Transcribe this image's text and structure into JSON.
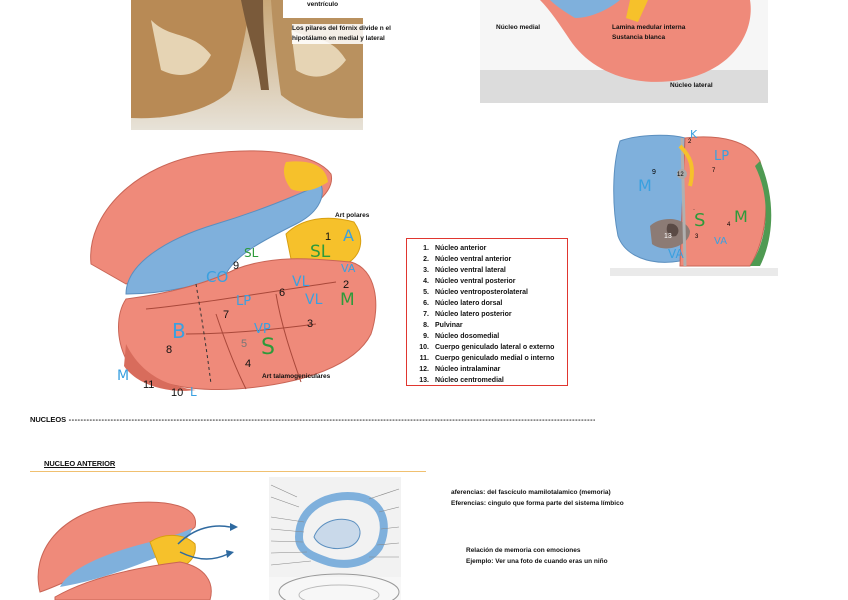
{
  "top_left": {
    "caption_top": "ventrículo",
    "caption_fornix": "Los pilares del fórnix divide n el hipotálamo en medial y lateral"
  },
  "top_right": {
    "label_medial": "Núcleo medial",
    "label_lamina": "Lamina medular interna",
    "label_sustancia": "Sustancia blanca",
    "label_lateral": "Núcleo lateral"
  },
  "main_figure": {
    "label_art_polares": "Art polares",
    "label_art_talamogeniculares": "Art talamogeniculares",
    "numbers": [
      "1",
      "2",
      "3",
      "4",
      "5",
      "6",
      "7",
      "8",
      "9",
      "10",
      "11"
    ],
    "hand_labels": [
      "SL",
      "A",
      "VA",
      "M",
      "VL",
      "CO",
      "LP",
      "B",
      "VP",
      "S",
      "M",
      "SL",
      "VL",
      "L"
    ]
  },
  "legend": {
    "items": [
      {
        "n": "1.",
        "t": "Núcleo anterior"
      },
      {
        "n": "2.",
        "t": "Núcleo ventral anterior"
      },
      {
        "n": "3.",
        "t": "Núcleo ventral lateral"
      },
      {
        "n": "4.",
        "t": "Núcleo ventral posterior"
      },
      {
        "n": "5.",
        "t": "Núcleo ventroposterolateral"
      },
      {
        "n": "6.",
        "t": "Núcleo latero dorsal"
      },
      {
        "n": "7.",
        "t": "Núcleo latero posterior"
      },
      {
        "n": "8.",
        "t": "Pulvinar"
      },
      {
        "n": "9.",
        "t": "Núcleo dosomedial"
      },
      {
        "n": "10.",
        "t": "Cuerpo geniculado lateral o externo"
      },
      {
        "n": "11.",
        "t": "Cuerpo geniculado medial o interno"
      },
      {
        "n": "12.",
        "t": "Núcleo intralaminar"
      },
      {
        "n": "13.",
        "t": "Núcleo centromedial"
      }
    ]
  },
  "section": {
    "nucleos_title": "NUCLEOS",
    "nucleo_anterior_title": "NUCLEO ANTERIOR",
    "aferencias": "aferencias: del fascículo mamilotalamico (memoria)",
    "eferencias": "Eferencias: cingulo que forma parte del sistema límbico",
    "relacion": "Relación de memoria con emociones",
    "ejemplo": "Ejemplo: Ver una foto de cuando eras un niño"
  },
  "colors": {
    "thalamus_red": "#ef8a7a",
    "thalamus_blue": "#7fb0dc",
    "thalamus_yellow": "#f6c12b",
    "legend_border": "#e0362f",
    "hand_blue": "#3aa0e0",
    "hand_green": "#2e9a3a"
  }
}
